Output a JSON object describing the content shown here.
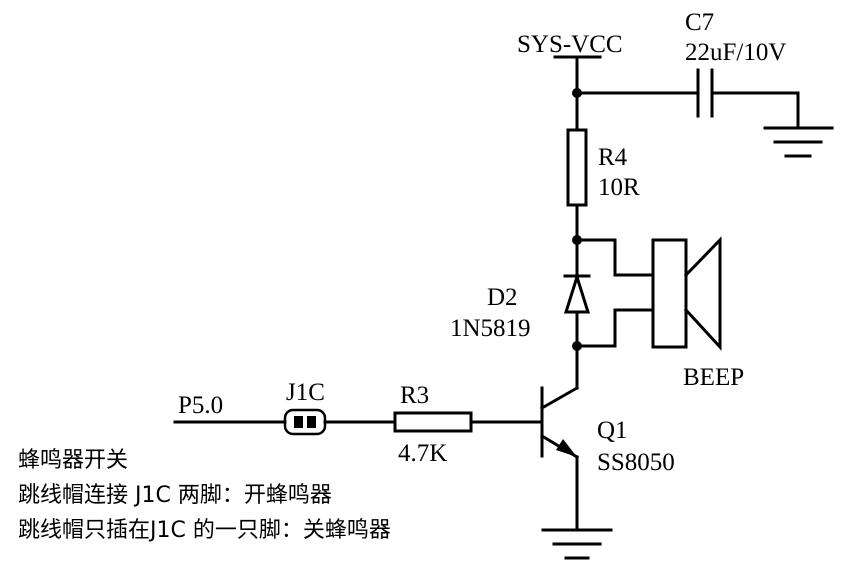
{
  "supply": {
    "net_label": "SYS-VCC"
  },
  "net_p5_0": {
    "net_label": "P5.0"
  },
  "c7": {
    "ref": "C7",
    "value": "22uF/10V"
  },
  "r4": {
    "ref": "R4",
    "value": "10R"
  },
  "d2": {
    "ref": "D2",
    "part": "1N5819"
  },
  "buzzer": {
    "ref": "BEEP"
  },
  "j1c": {
    "ref": "J1C"
  },
  "r3": {
    "ref": "R3",
    "value": "4.7K"
  },
  "q1": {
    "ref": "Q1",
    "part": "SS8050"
  },
  "notes": {
    "line1": "蜂鸣器开关",
    "line2": "跳线帽连接 J1C 两脚：开蜂鸣器",
    "line3": "跳线帽只插在J1C 的一只脚：关蜂鸣器"
  }
}
